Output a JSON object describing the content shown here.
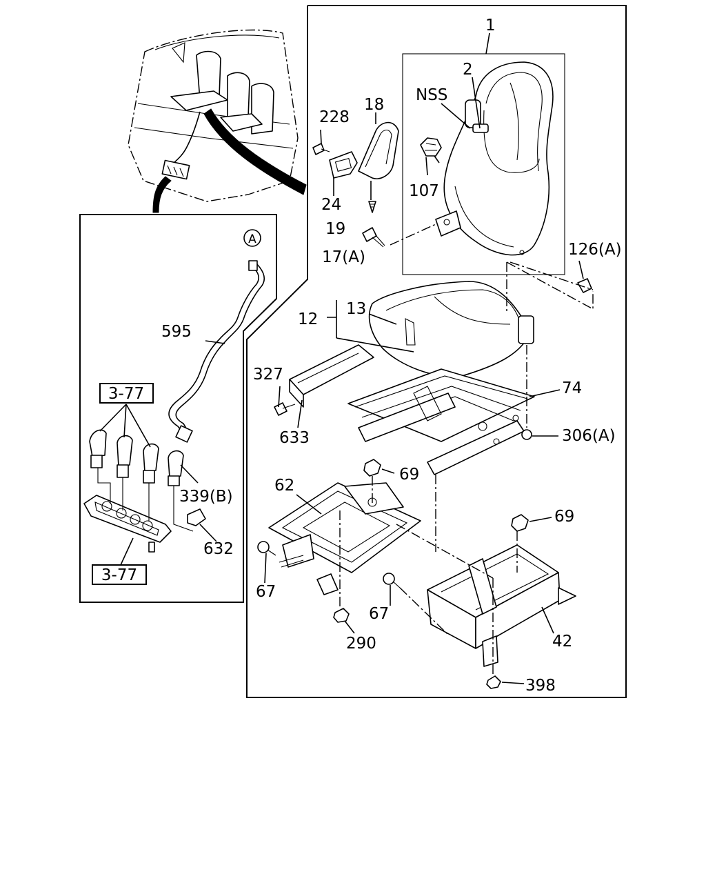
{
  "callouts": {
    "c1": "1",
    "c2": "2",
    "nss": "NSS",
    "c18": "18",
    "c228": "228",
    "c24": "24",
    "c19": "19",
    "c107": "107",
    "c17a": "17(A)",
    "c126a": "126(A)",
    "c13": "13",
    "c12": "12",
    "c74": "74",
    "c327": "327",
    "c633": "633",
    "c306a": "306(A)",
    "c69a": "69",
    "c62": "62",
    "c69b": "69",
    "c67a": "67",
    "c67b": "67",
    "c42": "42",
    "c290": "290",
    "c398": "398",
    "c595": "595",
    "c339b": "339(B)",
    "c632": "632",
    "ref_a": "A",
    "box_top": "3-77",
    "box_bottom": "3-77"
  }
}
